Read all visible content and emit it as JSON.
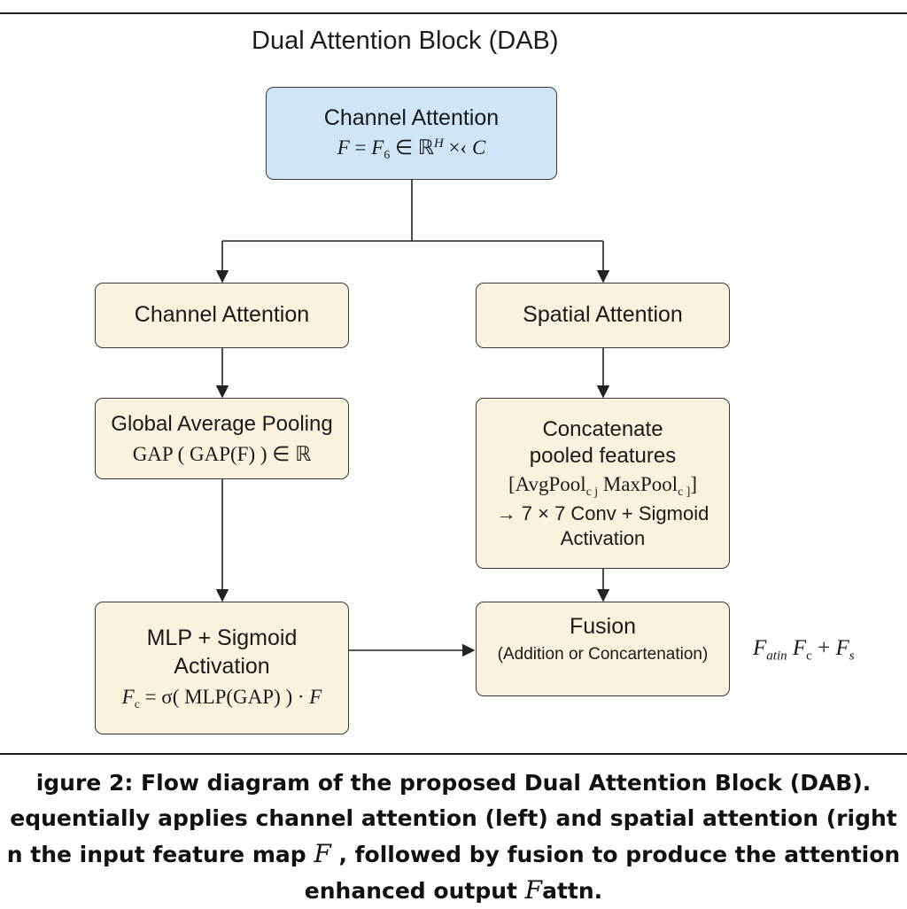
{
  "title": "Dual Attention Block (DAB)",
  "input_box": {
    "label": "Channel Attention",
    "eq": {
      "lhs": "F",
      "eq": "=",
      "main": "F",
      "sub": "6",
      "in": "∈",
      "set": "ℝ",
      "sup": "H",
      "rest": "×‹",
      "var": "C"
    }
  },
  "channel_box": {
    "label": "Channel Attention"
  },
  "spatial_box": {
    "label": "Spatial Attention"
  },
  "gap_box": {
    "label": "Global Average Pooling",
    "eq": "GAP ( GAP(F) ) ∈ ℝ"
  },
  "concat_box": {
    "line1": "Concatenate",
    "line2": "pooled features",
    "eq_open": "[AvgPool",
    "eq_sub1": "c j",
    "eq_mid": " MaxPool",
    "eq_sub2": "c ]",
    "eq_close": "]",
    "line4": "→ 7 × 7 Conv + Sigmoid",
    "line5": "Activation"
  },
  "mlp_box": {
    "line1": "MLP + Sigmoid",
    "line2": "Activation",
    "eq_lhs": "F",
    "eq_sub": "c",
    "eq_rhs": " = σ( MLP(GAP) ) · ",
    "eq_var": "F"
  },
  "fusion_box": {
    "label": "Fusion",
    "detail": "(Addition or Concartenation)"
  },
  "side_eq": {
    "f1": "F",
    "s1": "atin",
    "f2": " F",
    "s2": "c",
    "plus": "  + ",
    "f3": "F",
    "s3": "s"
  },
  "caption": {
    "line1": "igure 2: Flow diagram of the proposed Dual Attention Block (DAB).",
    "line2": "equentially applies channel attention (left) and spatial attention (right",
    "line3a": "n the input feature map ",
    "line3_var": "F",
    "line3b": " , followed by fusion to produce the attention",
    "line4a": "enhanced output ",
    "line4_var": "F",
    "line4b": "attn."
  },
  "colors": {
    "top_box_fill": "#cfe6f9",
    "box_fill": "#fbf1df",
    "stroke": "#3a3a3a"
  }
}
